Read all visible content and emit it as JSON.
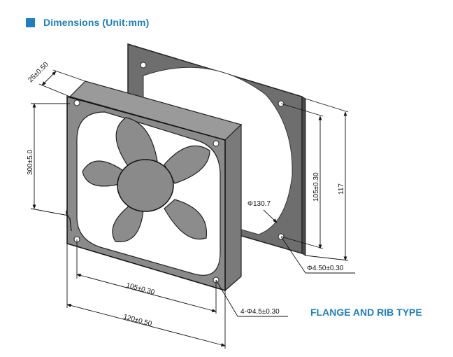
{
  "header": {
    "title": "Dimensions (Unit:mm)",
    "square_color": "#1b7fc3",
    "title_color": "#1b7fc3"
  },
  "type_label": "FLANGE AND RIB TYPE",
  "type_label_color": "#1b7fc3",
  "dimensions": {
    "depth": "25±0.50",
    "cable_length": "300±5.0",
    "hole_spacing_vertical": "105±0.30",
    "height": "117",
    "opening_diameter": "Φ130.7",
    "flange_hole": "Φ4.50±0.30",
    "hole_spacing_horizontal": "105±0.30",
    "width": "120±0.50",
    "mount_holes": "4-Φ4.5±0.30"
  }
}
